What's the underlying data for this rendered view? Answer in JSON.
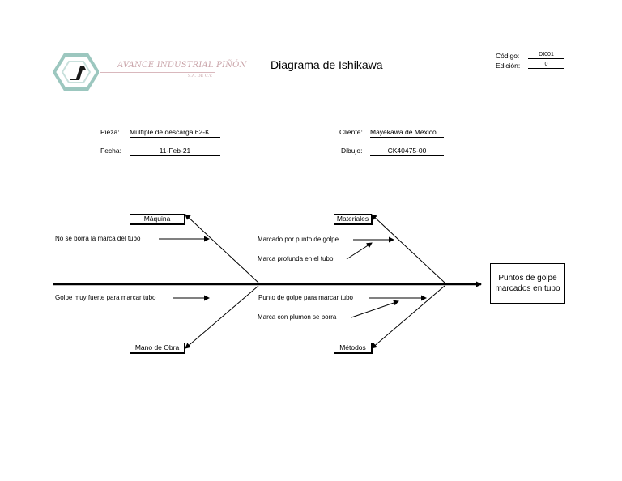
{
  "header": {
    "company_name": "AVANCE INDUSTRIAL PIÑÓN",
    "company_suffix": "S.A. DE C.V.",
    "title": "Diagrama de Ishikawa",
    "codigo_label": "Código:",
    "codigo_value": "DI001",
    "edicion_label": "Edición:",
    "edicion_value": "0"
  },
  "info": {
    "pieza_label": "Pieza:",
    "pieza_value": "Múltiple de descarga 62-K",
    "fecha_label": "Fecha:",
    "fecha_value": "11-Feb-21",
    "cliente_label": "Cliente:",
    "cliente_value": "Mayekawa de México",
    "dibujo_label": "Dibujo:",
    "dibujo_value": "CK40475-00"
  },
  "diagram": {
    "effect": "Puntos de golpe marcados en tubo",
    "categories": {
      "maquina": "Máquina",
      "materiales": "Materiales",
      "mano_de_obra": "Mano de Obra",
      "metodos": "Métodos"
    },
    "causes": {
      "maquina_1": "No se borra la marca del tubo",
      "materiales_1": "Marcado por punto de golpe",
      "materiales_2": "Marca profunda en el tubo",
      "mano_de_obra_1": "Golpe muy fuerte para marcar tubo",
      "metodos_1": "Punto de golpe para marcar tubo",
      "metodos_2": "Marca con plumon se borra"
    }
  },
  "colors": {
    "logo": "#c9a3a8",
    "logo_shape": "#9cc7bf",
    "ink": "#000000"
  }
}
